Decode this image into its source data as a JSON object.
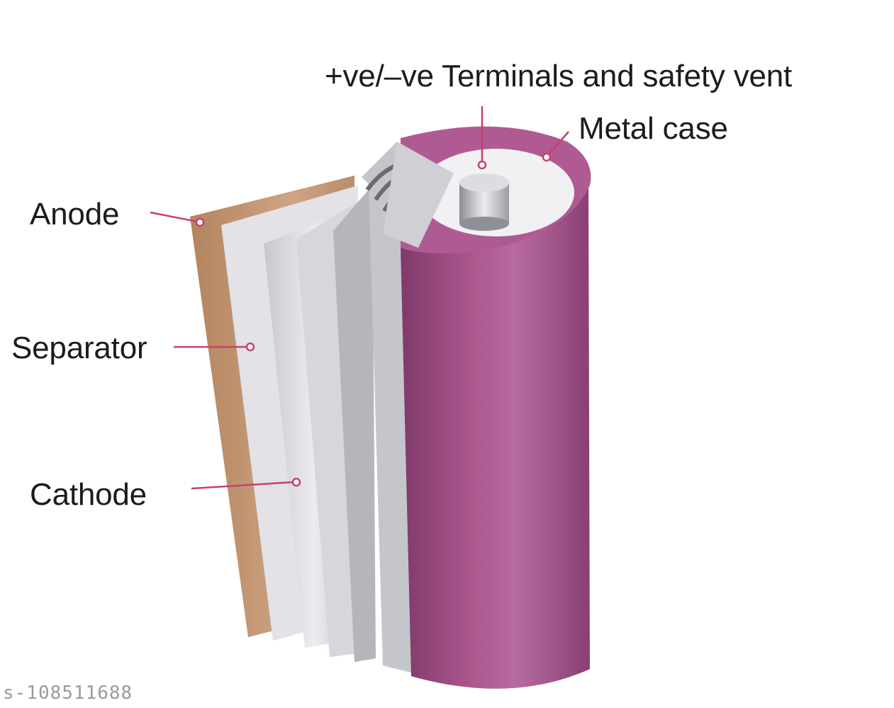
{
  "labels": {
    "terminals": "+ve/–ve Terminals and safety vent",
    "metal_case": "Metal case",
    "anode": "Anode",
    "separator": "Separator",
    "cathode": "Cathode"
  },
  "watermark": "s-108511688",
  "colors": {
    "casing": "#a24d86",
    "leader": "#c8406c",
    "anode": "#c29677",
    "separator": "#dcdce2",
    "terminal": "#c9c9cf"
  }
}
